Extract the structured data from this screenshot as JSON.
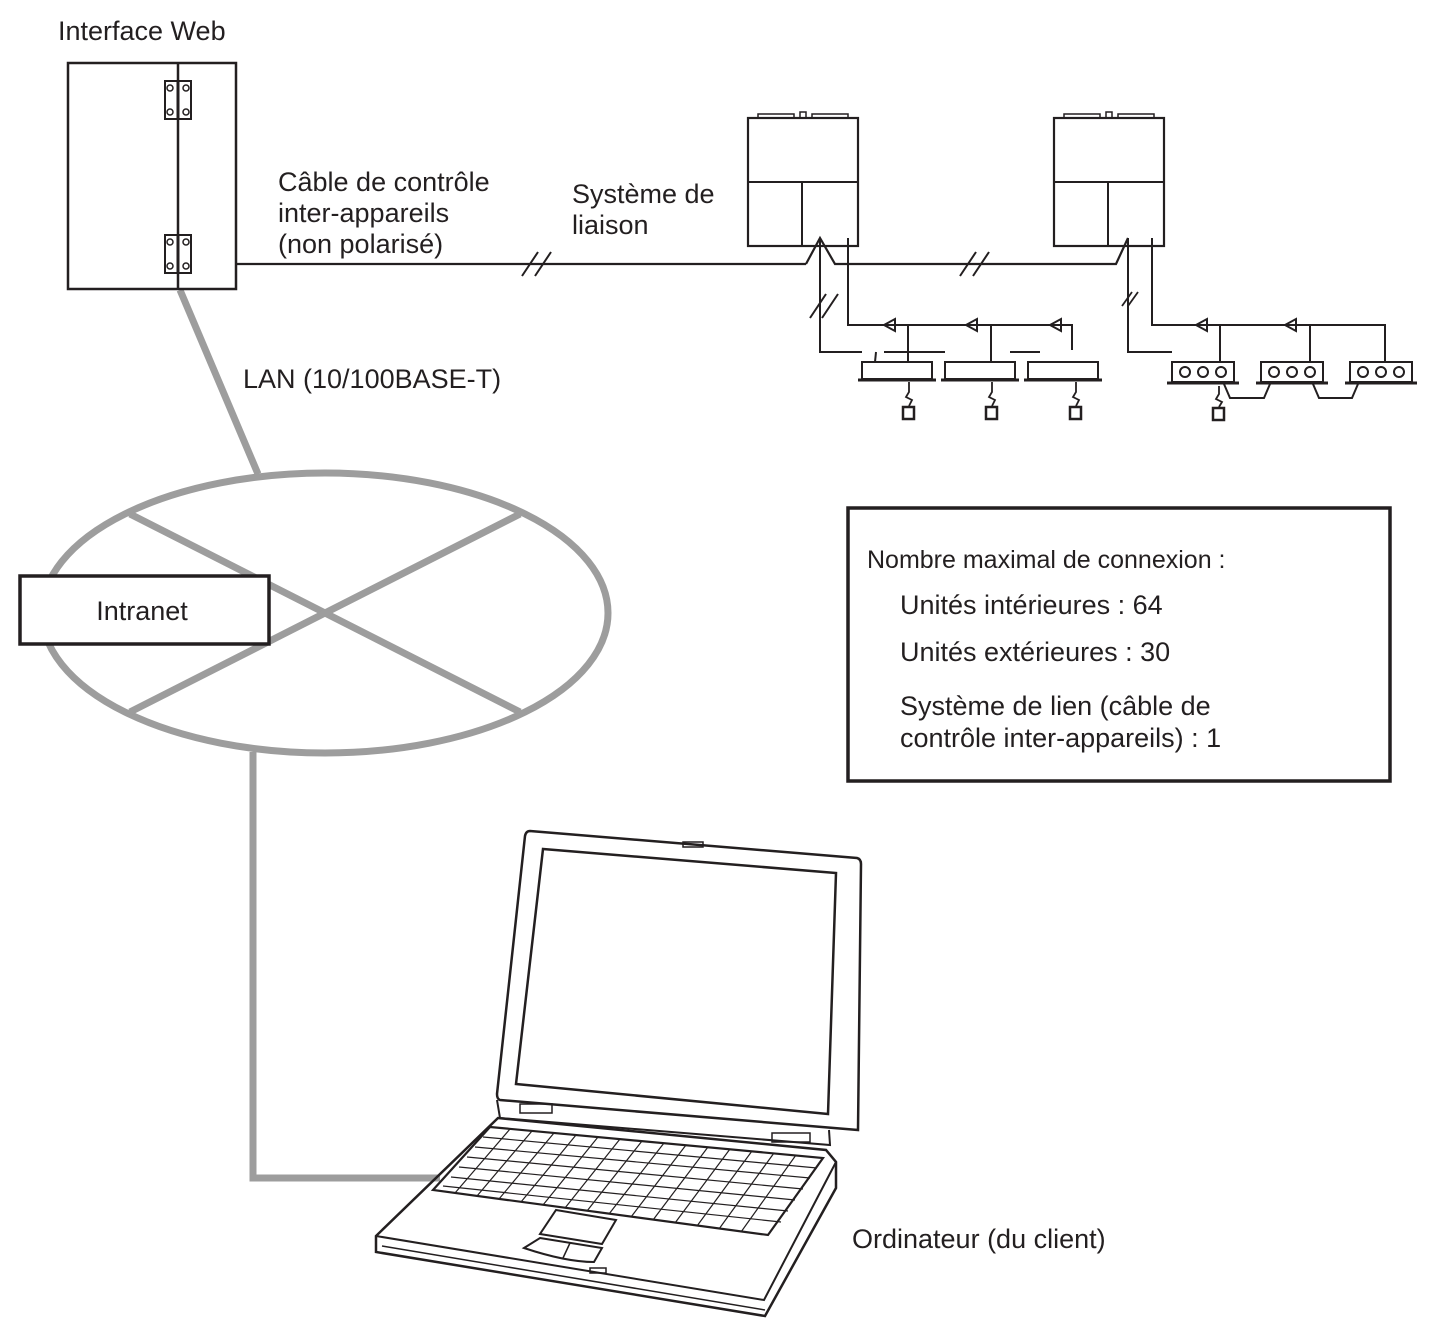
{
  "labels": {
    "web_interface": "Interface Web",
    "control_cable": [
      "Câble de contrôle",
      "inter-appareils",
      "(non polarisé)"
    ],
    "link_system": [
      "Système de",
      "liaison"
    ],
    "lan": "LAN (10/100BASE-T)",
    "intranet": "Intranet",
    "computer": "Ordinateur (du client)"
  },
  "info_box": {
    "heading": "Nombre maximal de connexion :",
    "indoor_units": "Unités intérieures : 64",
    "outdoor_units": "Unités extérieures : 30",
    "link_system": [
      "Système de lien (câble de",
      "contrôle inter-appareils) : 1"
    ]
  },
  "colors": {
    "ink": "#231f20",
    "lan_cable": "#9d9d9d",
    "background": "#ffffff"
  },
  "icons": [
    "web-interface-cabinet-icon",
    "outdoor-unit-icon",
    "indoor-unit-icon",
    "remote-controller-icon",
    "laptop-computer-icon",
    "network-cloud-icon"
  ]
}
